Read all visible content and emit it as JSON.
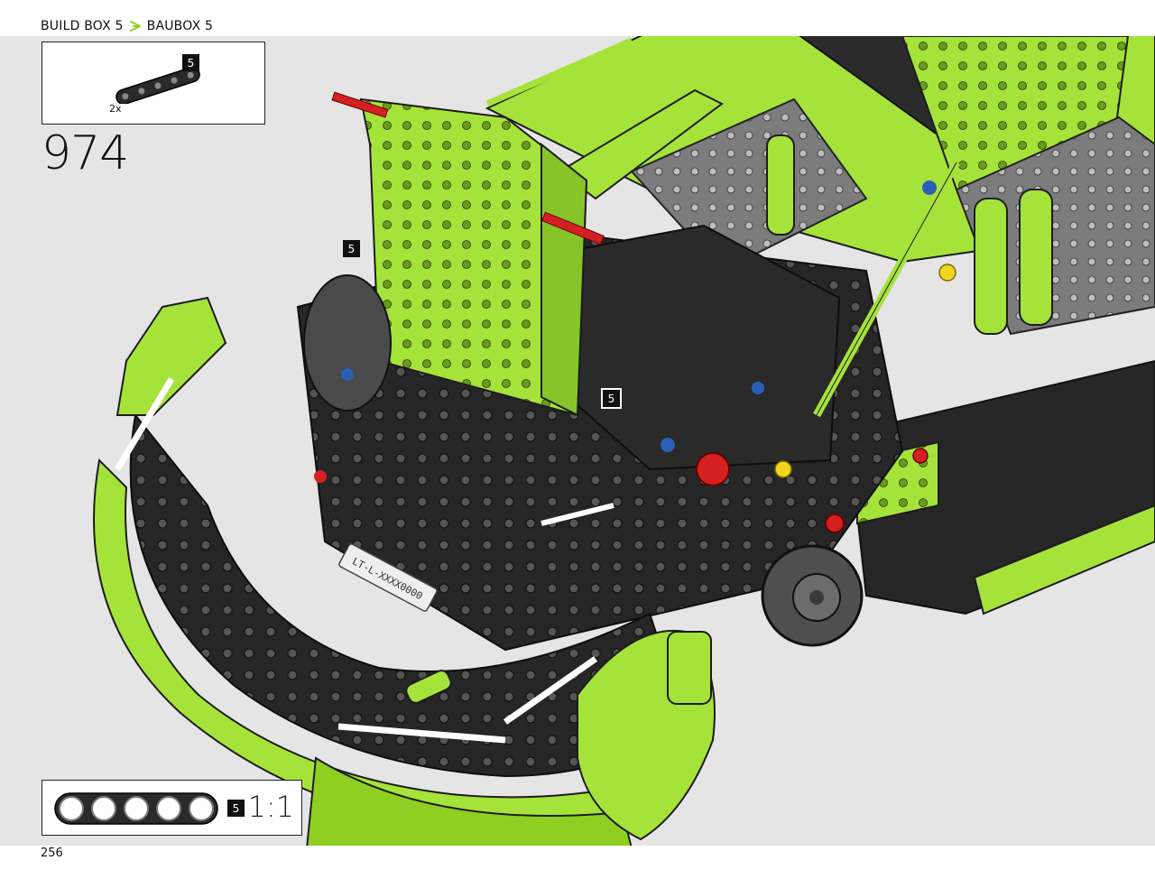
{
  "header": {
    "left": "BUILD BOX 5",
    "right": "BAUBOX 5",
    "separator_icon": "lime-arrow-icon",
    "accent_color": "#8ed21e"
  },
  "parts_list": {
    "quantity": "2x",
    "part_callout": "5",
    "part_icon": "technic-beam-5-icon"
  },
  "step": {
    "number": "974"
  },
  "callouts": [
    "5",
    "5"
  ],
  "model": {
    "sticker_text": "LT-L-XXXX0000",
    "colors": {
      "lime": "#a6e33a",
      "black": "#262626",
      "grey": "#7c7c7c",
      "red": "#d42020",
      "blue": "#2a5fb5",
      "background": "#e5e5e5"
    }
  },
  "scale_reference": {
    "beam_callout": "5",
    "ratio": "1:1",
    "beam_icon": "technic-beam-5-icon"
  },
  "page": {
    "number": "256"
  }
}
